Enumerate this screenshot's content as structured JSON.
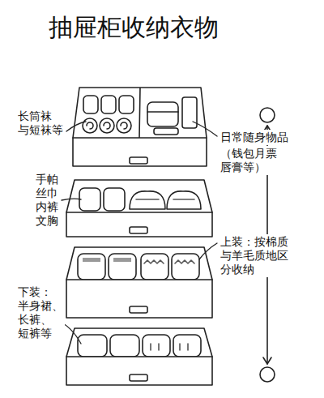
{
  "diagram": {
    "title": "抽屉柜收纳衣物",
    "labels": [
      "长筒袜 与短袜等",
      "日常随身物品",
      "（钱包月票 唇膏等）",
      "手帕 丝巾 内裤 文胸",
      "上装：按棉质 与羊毛质地区 分收纳",
      "下装： 半身裙、 长裤、 短裤等"
    ]
  }
}
